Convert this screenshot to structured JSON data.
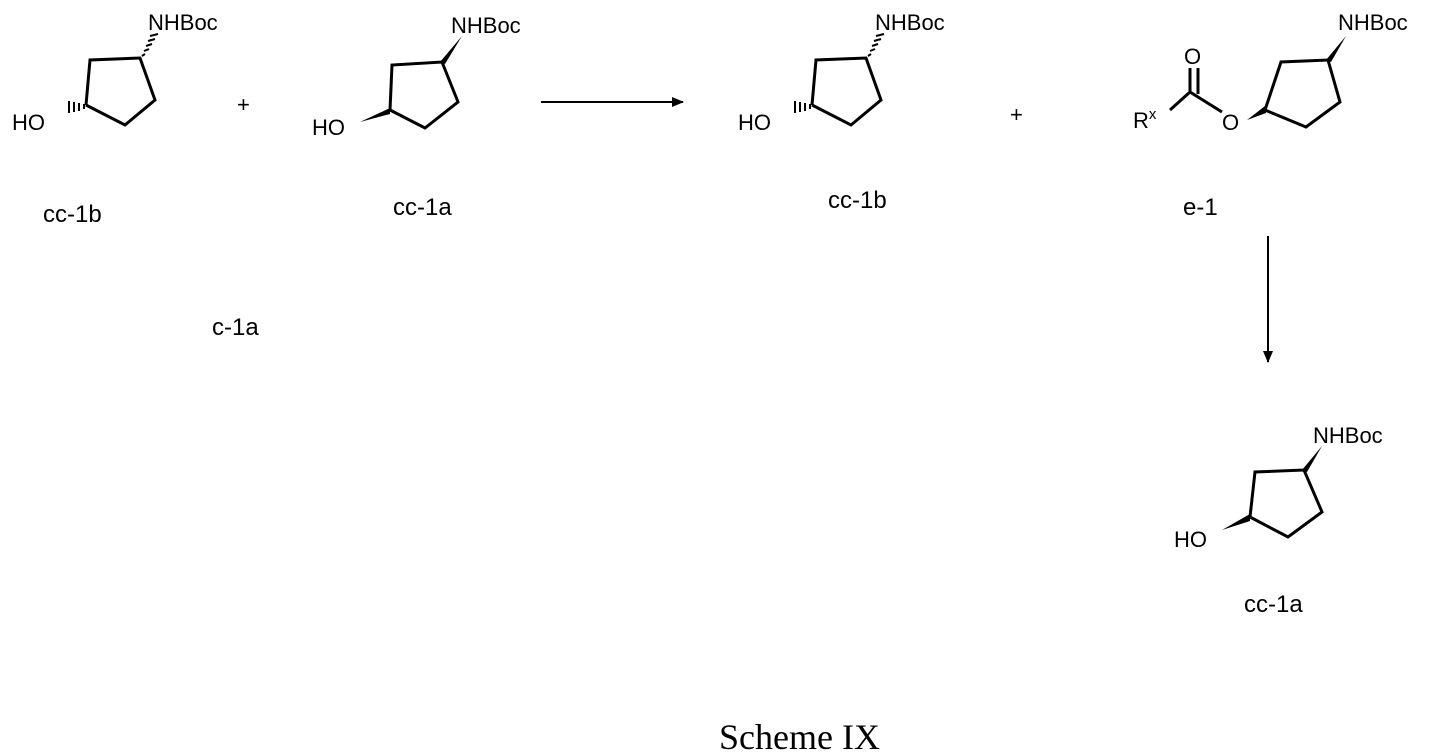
{
  "groups": {
    "nhboc": "NHBoc",
    "ho": "HO",
    "o": "O",
    "r": "R",
    "x": "x"
  },
  "labels": {
    "cc1b_left": "cc-1b",
    "cc1a_left": "cc-1a",
    "cc1b_right": "cc-1b",
    "e1": "e-1",
    "c1a": "c-1a",
    "cc1a_bottom": "cc-1a"
  },
  "operators": {
    "plus_left": "+",
    "plus_right": "+"
  },
  "caption": "Scheme IX"
}
